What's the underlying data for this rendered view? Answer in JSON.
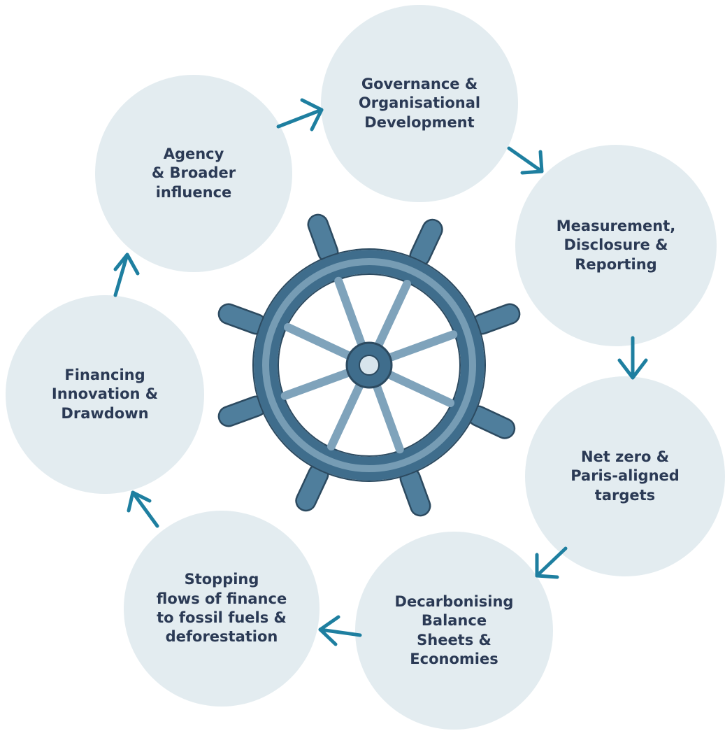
{
  "diagram": {
    "nodes": [
      {
        "id": "governance",
        "label": "Governance &\nOrganisational\nDevelopment"
      },
      {
        "id": "measurement",
        "label": "Measurement,\nDisclosure &\nReporting"
      },
      {
        "id": "netzero",
        "label": "Net zero &\nParis-aligned\ntargets"
      },
      {
        "id": "decarbonising",
        "label": "Decarbonising\nBalance\nSheets &\nEconomies"
      },
      {
        "id": "stopping",
        "label": "Stopping\nflows of finance\nto fossil fuels &\ndeforestation"
      },
      {
        "id": "financing",
        "label": "Financing\nInnovation &\nDrawdown"
      },
      {
        "id": "agency",
        "label": "Agency\n& Broader\ninfluence"
      }
    ],
    "center_image": "ship-wheel-illustration",
    "colors": {
      "node_fill": "#e3ecf0",
      "node_text": "#2b3a55",
      "arrow": "#1e7fa0",
      "wheel_dark": "#3f6d8c",
      "wheel_light": "#8fb0c5"
    }
  }
}
